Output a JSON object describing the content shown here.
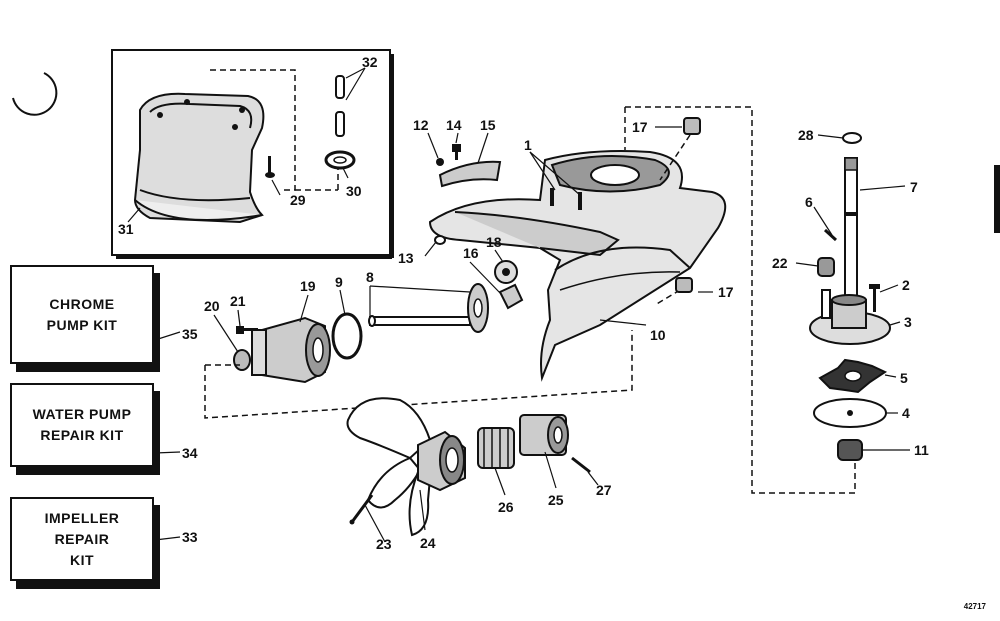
{
  "callouts": {
    "c1": "1",
    "c2": "2",
    "c3": "3",
    "c4": "4",
    "c5": "5",
    "c6": "6",
    "c7": "7",
    "c8": "8",
    "c9": "9",
    "c10": "10",
    "c11": "11",
    "c12": "12",
    "c13": "13",
    "c14": "14",
    "c15": "15",
    "c16": "16",
    "c17a": "17",
    "c17b": "17",
    "c18": "18",
    "c19": "19",
    "c20": "20",
    "c21": "21",
    "c22": "22",
    "c23": "23",
    "c24": "24",
    "c25": "25",
    "c26": "26",
    "c27": "27",
    "c28": "28",
    "c29": "29",
    "c30": "30",
    "c31": "31",
    "c32": "32",
    "c33": "33",
    "c34": "34",
    "c35": "35"
  },
  "kits": {
    "chrome": "CHROME\nPUMP KIT",
    "water": "WATER PUMP\nREPAIR KIT",
    "impeller": "IMPELLER\nREPAIR\nKIT"
  },
  "figure_id": "42717"
}
